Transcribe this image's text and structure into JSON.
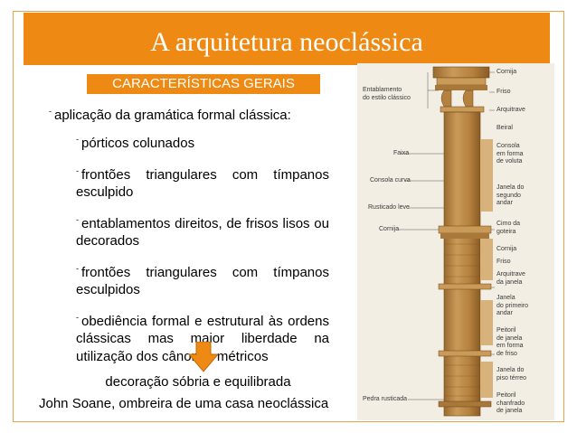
{
  "slide": {
    "title": "A arquitetura neoclássica",
    "subtitle": "CARACTERÍSTICAS GERAIS",
    "bullet": "aplicação da gramática formal clássica:",
    "items": [
      "pórticos colunados",
      "frontões triangulares com tímpanos esculpido",
      "entablamentos direitos, de frisos lisos ou decorados",
      "frontões triangulares com tímpanos esculpidos",
      "obediência formal e estrutural às ordens clássicas mas maior liberdade na utilização dos cânones métricos"
    ],
    "conclusion": "decoração sóbria e equilibrada",
    "caption": "John Soane, ombreira de uma casa neoclássica"
  },
  "illustration": {
    "left_labels": {
      "entablamento": "Entablamento\ndo estilo clássico",
      "faixa": "Faixa",
      "consola_curva": "Consola curva",
      "rusticado_leve": "Rusticado leve",
      "cornija": "Cornija",
      "pedra_rusticada": "Pedra rusticada"
    },
    "right_labels": {
      "r1": "Cornija",
      "r2": "Friso",
      "r3": "Arquitrave",
      "r4": "Beiral",
      "r5": "Consola\nem forma\nde voluta",
      "r6": "Janela do\nsegundo\nandar",
      "r7": "Cimo da\ngoteira",
      "r8": "Cornija",
      "r9": "Friso",
      "r10": "Arquitrave\nda janela",
      "r11": "Janela\ndo primeiro\nandar",
      "r12": "Peitoril\nde janela\nem forma\nde friso",
      "r13": "Janela do\npiso térreo",
      "r14": "Peitoril\nchanfrado\nde janela"
    }
  },
  "colors": {
    "accent": "#ee8a14",
    "frame": "#e8a24a",
    "stone": "#b5813f"
  }
}
